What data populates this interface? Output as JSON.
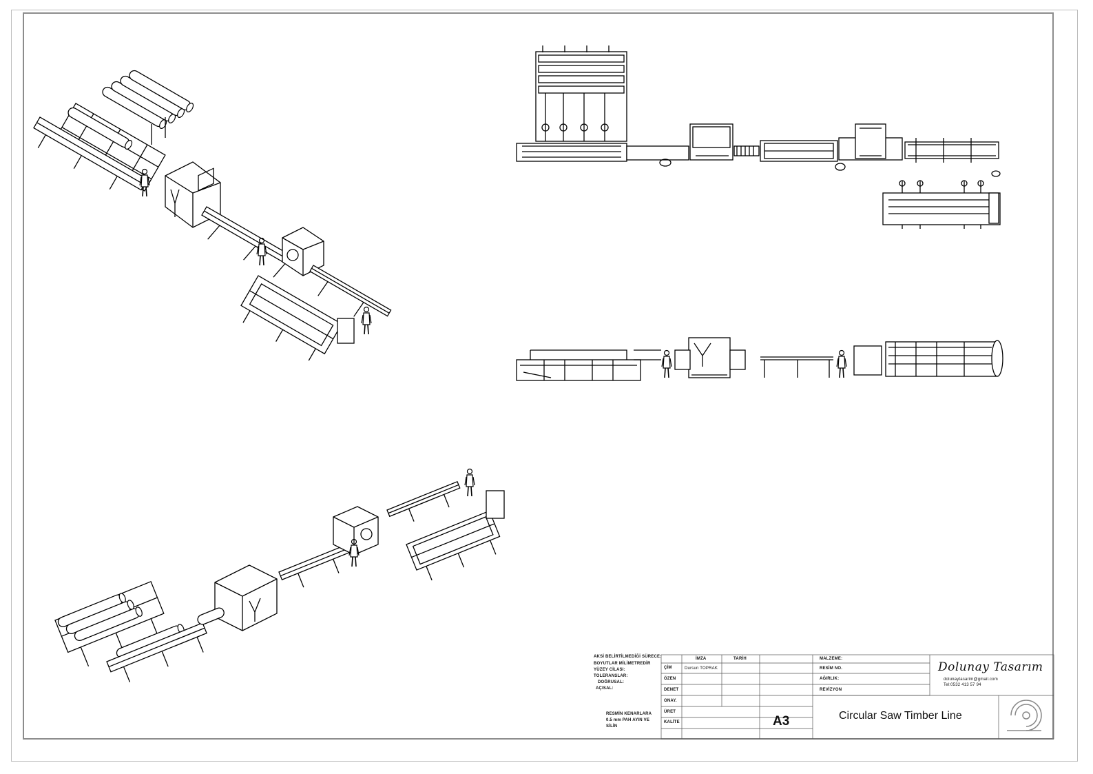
{
  "drawing": {
    "title": "Circular Saw Timber Line",
    "sheet_size": "A3"
  },
  "company": {
    "name": "Dolunay Tasarım",
    "email": "dolunaytasarim@gmail.com",
    "phone": "Tel:0532 413 57 94"
  },
  "notes": {
    "general": [
      "AKSİ BELİRTİLMEDİĞİ SÜRECE:",
      "BOYUTLAR MİLİMETREDİR",
      "YÜZEY CİLASI:",
      "TOLERANSLAR:",
      "DOĞRUSAL:",
      "AÇISAL:"
    ],
    "edges": [
      "RESMİN KENARLARA",
      "0.5 mm PAH AYIN VE",
      "SİLİN"
    ]
  },
  "title_block": {
    "headers": {
      "signature": "İMZA",
      "date": "TARİH"
    },
    "rows": [
      {
        "label": "ÇİM",
        "name": "Dursun TOPRAK"
      },
      {
        "label": "ÖZEN",
        "name": ""
      },
      {
        "label": "DENET",
        "name": ""
      },
      {
        "label": "ONAY.",
        "name": ""
      },
      {
        "label": "ÜRET",
        "name": ""
      },
      {
        "label": "KALİTE",
        "name": ""
      }
    ],
    "fields": [
      "MALZEME:",
      "RESİM NO.",
      "AĞIRLIK:",
      "REVİZYON"
    ]
  }
}
